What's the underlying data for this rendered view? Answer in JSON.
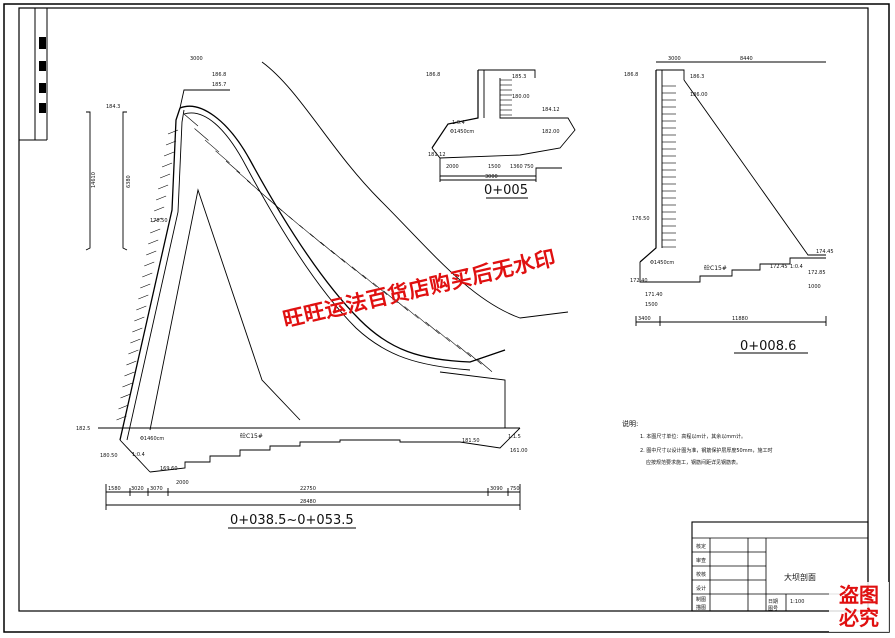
{
  "sections": [
    {
      "id": "left",
      "title": "0+038.5~0+053.5"
    },
    {
      "id": "center",
      "title": "0+005"
    },
    {
      "id": "right",
      "title": "0+008.6"
    }
  ],
  "left": {
    "elevations": [
      "186.8",
      "185.7",
      "184.3",
      "178.50",
      "182.5",
      "180.50",
      "169.60",
      "181.50",
      "161.00"
    ],
    "labels": {
      "pipe": "Φ1460cm",
      "concrete": "砼C15#",
      "slope_a": "1:0.4",
      "slope_b": "1:1.5"
    },
    "dims_bottom": [
      "1580",
      "3020",
      "3070",
      "22750",
      "3090",
      "750",
      "28480"
    ],
    "dims_misc": [
      "14610",
      "6380",
      "2000",
      "3000"
    ]
  },
  "center": {
    "elevations": [
      "186.8",
      "185.3",
      "184.12",
      "182.00",
      "181.12",
      "180.00"
    ],
    "labels": {
      "pipe": "Φ1450cm",
      "slope": "1:0.4"
    },
    "dims": [
      "2000",
      "1500",
      "1360",
      "750",
      "3000"
    ]
  },
  "right": {
    "elevations": [
      "186.8",
      "186.3",
      "186.00",
      "176.50",
      "174.45",
      "172.45",
      "172.85",
      "172.40",
      "171.40"
    ],
    "labels": {
      "pipe": "Φ1450cm",
      "concrete": "砼C15#",
      "slope": "1:0.4"
    },
    "dims": [
      "3000",
      "8440",
      "11880",
      "3400",
      "1500",
      "1000"
    ]
  },
  "notes": {
    "heading": "说明:",
    "items": [
      "1. 本图尺寸单位：高程以m计，其余以mm计。",
      "2. 图中尺寸以设计图为准，钢筋保护层厚度50mm，施工时",
      "应按规范要求施工，钢筋间距详见钢筋表。"
    ]
  },
  "title_block": {
    "rows": [
      "核定",
      "审查",
      "校核",
      "设计",
      "制图",
      "描图"
    ],
    "drawing_title": "大坝剖面",
    "scale": "1:100",
    "date_label": "日期",
    "number_label": "图号"
  },
  "stamp_right": [
    "盗图",
    "必究"
  ],
  "watermark": "旺旺运法百货店购买后无水印"
}
